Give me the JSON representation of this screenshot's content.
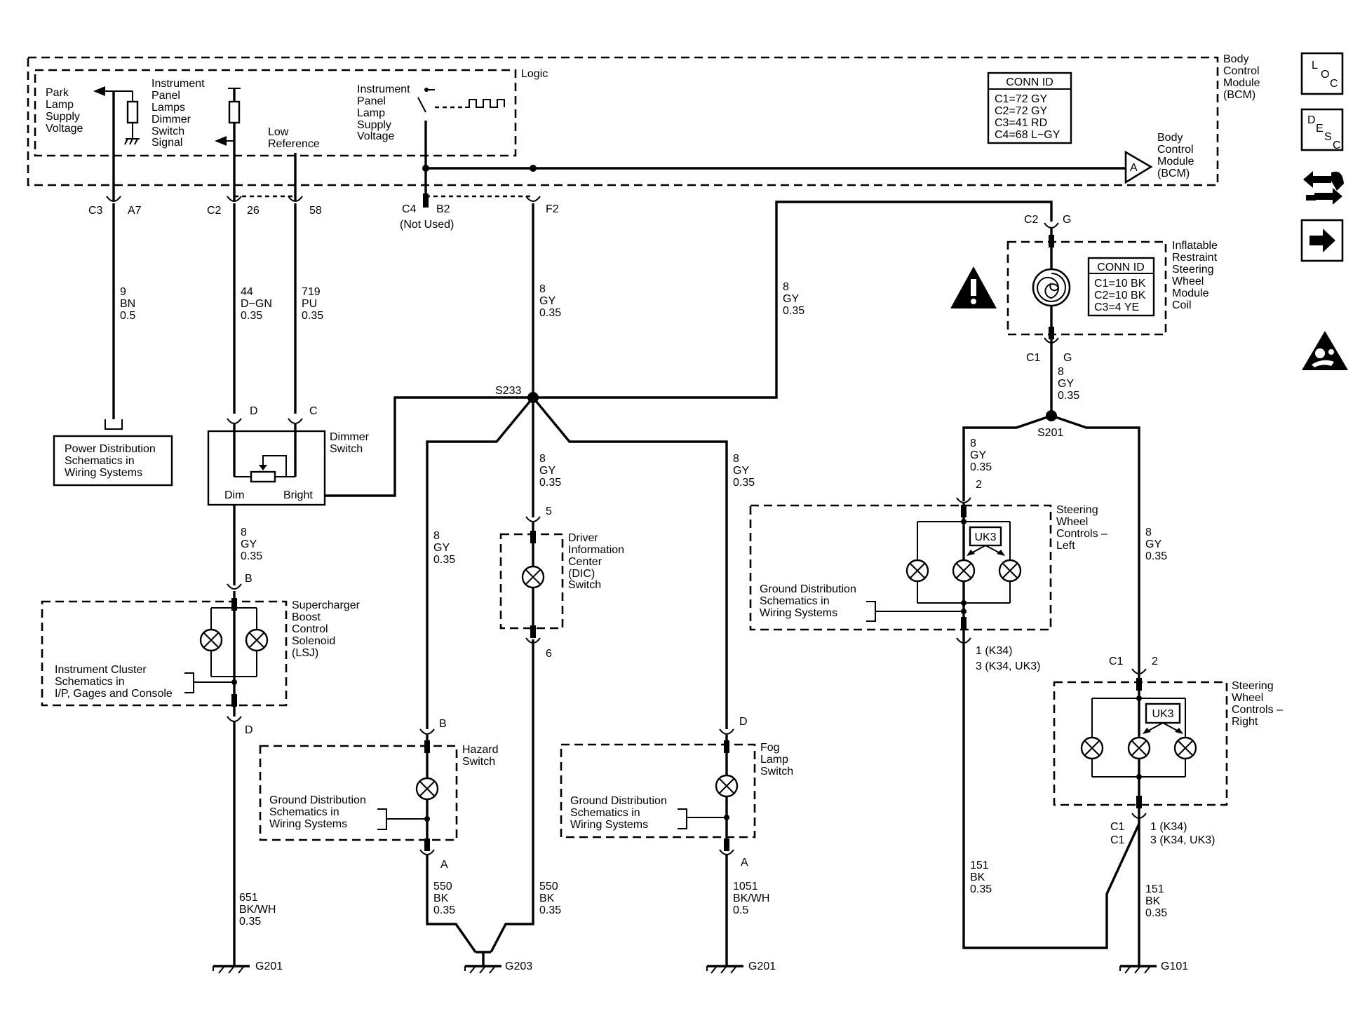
{
  "modules": {
    "bcm": {
      "name": [
        "Body",
        "Control",
        "Module",
        "(BCM)"
      ],
      "logic": "Logic",
      "conn_title": "CONN ID",
      "conn": [
        "C1=72 GY",
        "C2=72 GY",
        "C3=41 RD",
        "C4=68 L−GY"
      ]
    },
    "bcm_ref": [
      "Body",
      "Control",
      "Module",
      "(BCM)"
    ],
    "coil": {
      "name": [
        "Inflatable",
        "Restraint",
        "Steering",
        "Wheel",
        "Module",
        "Coil"
      ],
      "conn_title": "CONN ID",
      "conn": [
        "C1=10 BK",
        "C2=10 BK",
        "C3=4 YE"
      ]
    }
  },
  "internal_labels": {
    "park": [
      "Park",
      "Lamp",
      "Supply",
      "Voltage"
    ],
    "dimmer_signal": [
      "Instrument",
      "Panel",
      "Lamps",
      "Dimmer",
      "Switch",
      "Signal"
    ],
    "low_ref": [
      "Low",
      "Reference"
    ],
    "ip_supply": [
      "Instrument",
      "Panel",
      "Lamp",
      "Supply",
      "Voltage"
    ]
  },
  "connectors": {
    "c3": "C3",
    "a7": "A7",
    "c2": "C2",
    "p26": "26",
    "p58": "58",
    "c4": "C4",
    "b2": "B2",
    "not_used": "(Not Used)",
    "f2": "F2",
    "coil_c2": "C2",
    "coil_g1": "G",
    "coil_c1": "C1",
    "coil_g2": "G",
    "pd": "D",
    "pc": "C",
    "sc_b": "B",
    "sc_d": "D",
    "dic5": "5",
    "dic6": "6",
    "hz_b": "B",
    "hz_a": "A",
    "fog_d": "D",
    "fog_a": "A",
    "swl_2": "2",
    "swl_1": "1 (K34)",
    "swl_3": "3 (K34, UK3)",
    "swr_c1": "C1",
    "swr_2": "2",
    "swr_c1b": "C1",
    "swr_c1c": "C1",
    "swr_1": "1 (K34)",
    "swr_3": "3 (K34, UK3)"
  },
  "wires": {
    "w9": [
      "9",
      "BN",
      "0.5"
    ],
    "w44": [
      "44",
      "D−GN",
      "0.35"
    ],
    "w719": [
      "719",
      "PU",
      "0.35"
    ],
    "w8_f2": [
      "8",
      "GY",
      "0.35"
    ],
    "w8_top": [
      "8",
      "GY",
      "0.35"
    ],
    "w8_coil": [
      "8",
      "GY",
      "0.35"
    ],
    "w8_sc": [
      "8",
      "GY",
      "0.35"
    ],
    "w8_hz": [
      "8",
      "GY",
      "0.35"
    ],
    "w8_dic": [
      "8",
      "GY",
      "0.35"
    ],
    "w8_fog": [
      "8",
      "GY",
      "0.35"
    ],
    "w8_swl": [
      "8",
      "GY",
      "0.35"
    ],
    "w8_swr": [
      "8",
      "GY",
      "0.35"
    ],
    "w651": [
      "651",
      "BK/WH",
      "0.35"
    ],
    "w550a": [
      "550",
      "BK",
      "0.35"
    ],
    "w550b": [
      "550",
      "BK",
      "0.35"
    ],
    "w1051": [
      "1051",
      "BK/WH",
      "0.5"
    ],
    "w151a": [
      "151",
      "BK",
      "0.35"
    ],
    "w151b": [
      "151",
      "BK",
      "0.35"
    ]
  },
  "splices": {
    "s233": "S233",
    "s201": "S201"
  },
  "components": {
    "power_dist": [
      "Power Distribution",
      "Schematics in",
      "Wiring Systems"
    ],
    "dimmer": {
      "name": [
        "Dimmer",
        "Switch"
      ],
      "dim": "Dim",
      "bright": "Bright"
    },
    "supercharger": {
      "name": [
        "Supercharger",
        "Boost",
        "Control",
        "Solenoid",
        "(LSJ)"
      ],
      "ref": [
        "Instrument Cluster",
        "Schematics in",
        "I/P, Gages and Console"
      ]
    },
    "dic": [
      "Driver",
      "Information",
      "Center",
      "(DIC)",
      "Switch"
    ],
    "hazard": {
      "name": [
        "Hazard",
        "Switch"
      ],
      "ref": [
        "Ground Distribution",
        "Schematics in",
        "Wiring Systems"
      ]
    },
    "fog": {
      "name": [
        "Fog",
        "Lamp",
        "Switch"
      ],
      "ref": [
        "Ground Distribution",
        "Schematics in",
        "Wiring Systems"
      ]
    },
    "swc_left": {
      "name": [
        "Steering",
        "Wheel",
        "Controls –",
        "Left"
      ],
      "option": "UK3",
      "ref": [
        "Ground Distribution",
        "Schematics in",
        "Wiring Systems"
      ]
    },
    "swc_right": {
      "name": [
        "Steering",
        "Wheel",
        "Controls –",
        "Right"
      ],
      "option": "UK3"
    }
  },
  "grounds": {
    "g201a": "G201",
    "g203": "G203",
    "g201b": "G201",
    "g101": "G101"
  },
  "bcm_arrow_letter": "A",
  "side_icons": {
    "loc": [
      "L",
      "O",
      "C"
    ],
    "desc": [
      "D",
      "E",
      "S",
      "C"
    ],
    "names": [
      "location-icon",
      "description-icon",
      "connector-icon",
      "next-page-icon",
      "caution-icon",
      "airbag-warning-icon"
    ]
  }
}
